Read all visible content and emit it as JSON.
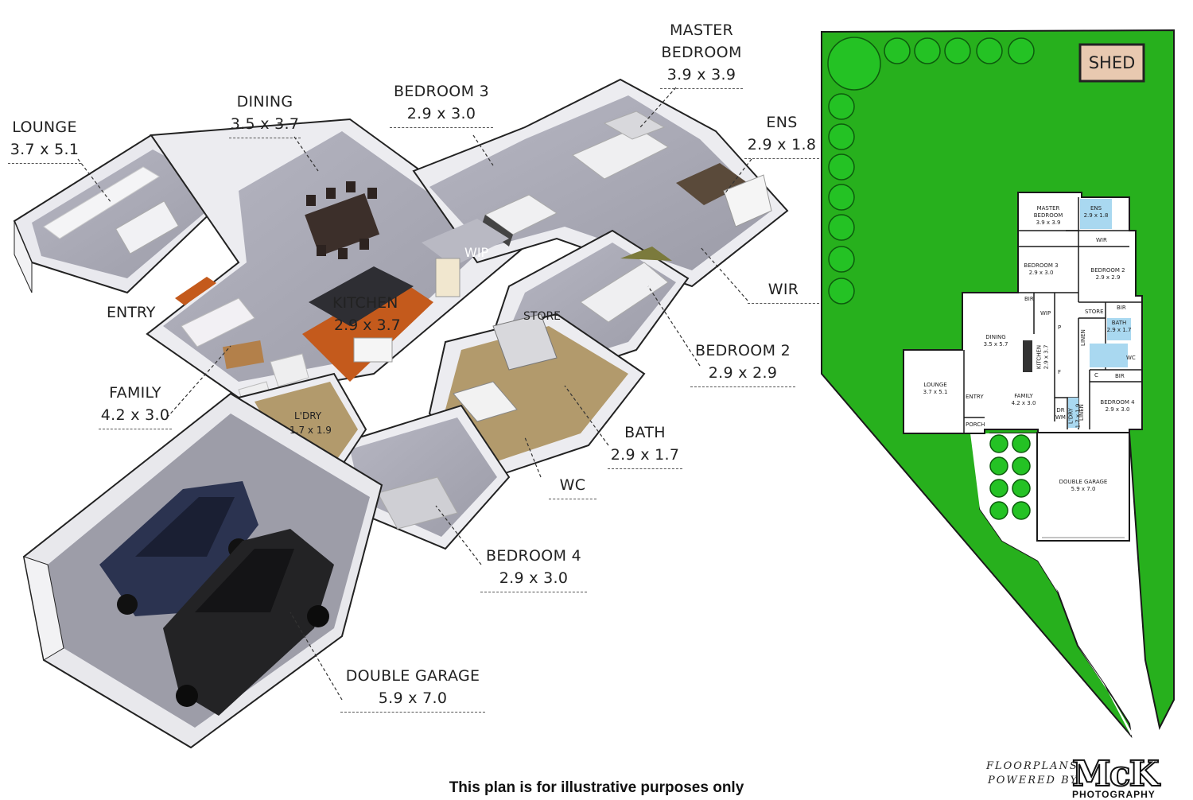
{
  "rooms_3d": {
    "lounge": {
      "name": "LOUNGE",
      "dims": "3.7 x 5.1"
    },
    "dining": {
      "name": "DINING",
      "dims": "3.5 x 3.7"
    },
    "bedroom3": {
      "name": "BEDROOM 3",
      "dims": "2.9 x 3.0"
    },
    "master": {
      "name": "MASTER BEDROOM",
      "name_line1": "MASTER",
      "name_line2": "BEDROOM",
      "dims": "3.9 x 3.9"
    },
    "ens": {
      "name": "ENS",
      "dims": "2.9 x 1.8"
    },
    "wir": {
      "name": "WIR"
    },
    "bedroom2": {
      "name": "BEDROOM 2",
      "dims": "2.9 x 2.9"
    },
    "bath": {
      "name": "BATH",
      "dims": "2.9 x 1.7"
    },
    "wc": {
      "name": "WC"
    },
    "bedroom4": {
      "name": "BEDROOM 4",
      "dims": "2.9 x 3.0"
    },
    "garage": {
      "name": "DOUBLE GARAGE",
      "dims": "5.9 x 7.0"
    },
    "family": {
      "name": "FAMILY",
      "dims": "4.2 x 3.0"
    },
    "entry": {
      "name": "ENTRY"
    },
    "kitchen": {
      "name": "KITCHEN",
      "dims": "2.9 x 3.7"
    },
    "wip": {
      "name": "WIP"
    },
    "store": {
      "name": "STORE"
    },
    "laundry": {
      "name": "L'DRY",
      "dims": "1.7 x 1.9"
    }
  },
  "site_plan": {
    "shed": "SHED",
    "master": {
      "line1": "MASTER",
      "line2": "BEDROOM",
      "dims": "3.9 x 3.9"
    },
    "ens": {
      "name": "ENS",
      "dims": "2.9 x 1.8"
    },
    "wir": "WIR",
    "bedroom3": {
      "name": "BEDROOM 3",
      "dims": "2.9 x 3.0"
    },
    "bedroom2": {
      "name": "BEDROOM 2",
      "dims": "2.9 x 2.9"
    },
    "bir": "BIR",
    "wip": "WIP",
    "store": "STORE",
    "linen": "LINEN",
    "bath": {
      "name": "BATH",
      "dims": "2.9 x 1.7"
    },
    "wc": "WC",
    "c": "C",
    "p": "P",
    "f": "F",
    "dining": {
      "name": "DINING",
      "dims": "3.5 x 5.7"
    },
    "kitchen": {
      "name": "KITCHEN",
      "dims": "2.9 x 3.7"
    },
    "lounge": {
      "name": "LOUNGE",
      "dims": "3.7 x 5.1"
    },
    "entry": "ENTRY",
    "family": {
      "name": "FAMILY",
      "dims": "4.2 x 3.0"
    },
    "dr": "DR",
    "wm": "WM",
    "ldry": {
      "name": "L'DRY",
      "dims": "1.7 x 1.9"
    },
    "bedroom4": {
      "name": "BEDROOM 4",
      "dims": "2.9 x 3.0"
    },
    "porch": "PORCH",
    "garage": {
      "name": "DOUBLE GARAGE",
      "dims": "5.9 x 7.0"
    }
  },
  "disclaimer": "This plan is for illustrative purposes only",
  "credit": {
    "line1": "FLOORPLANS",
    "line2": "POWERED BY",
    "logo": "McK",
    "logo_sub": "PHOTOGRAPHY"
  },
  "colors": {
    "lawn": "#27b01d",
    "shed": "#e8c9b0",
    "floor": "#a9a9b5",
    "wall": "#ffffff",
    "timber": "#c45a1c",
    "tile": "#b29a6c",
    "water_blue": "#a9d8f0"
  }
}
